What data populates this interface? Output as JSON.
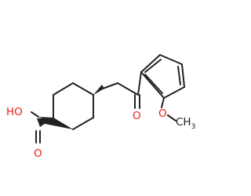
{
  "molecule": {
    "labels": {
      "hydroxyl": "HO",
      "carbonyl_oxygen_acid": "O",
      "ketone_oxygen": "O",
      "methoxy_oxygen": "O",
      "methyl": "CH",
      "methyl_subscript": "3"
    },
    "colors": {
      "bond": "#222222",
      "oxygen": "#e8211a",
      "background": "#ffffff"
    }
  }
}
